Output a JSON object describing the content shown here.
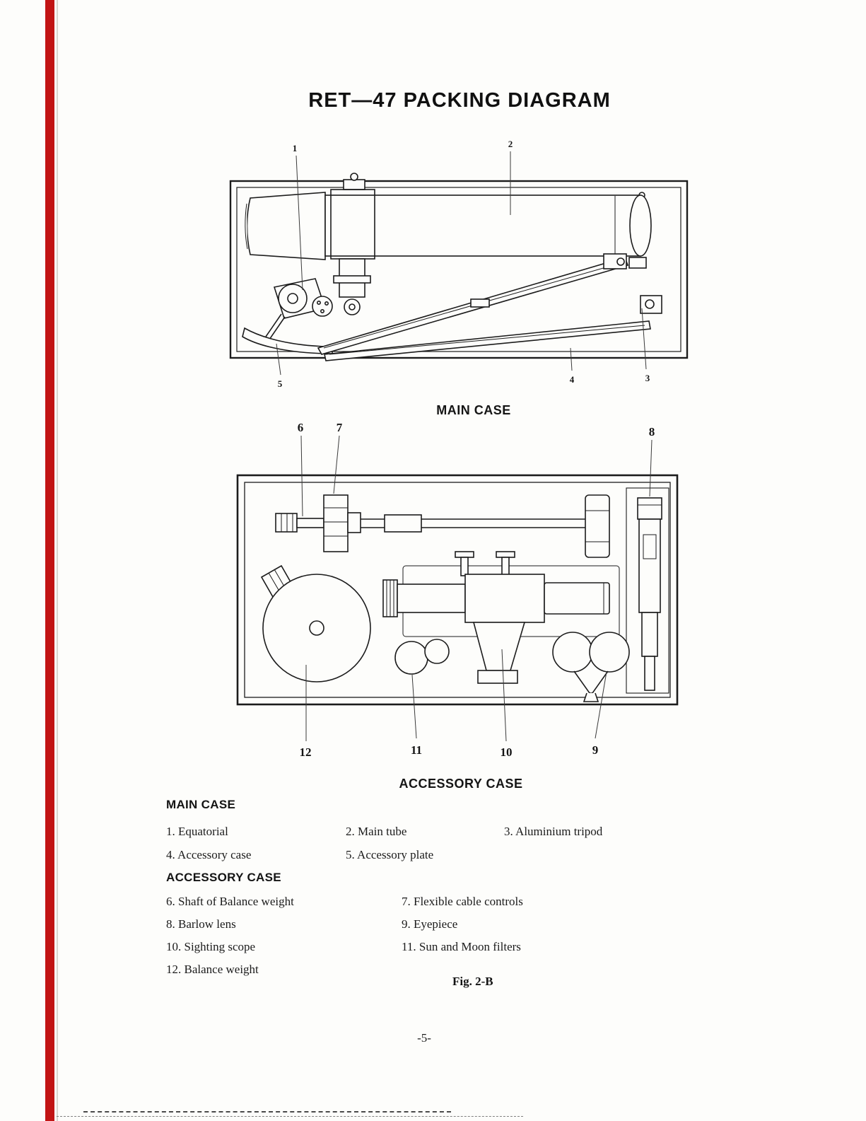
{
  "page": {
    "title": "RET—47 PACKING DIAGRAM",
    "fig_label": "Fig. 2-B",
    "page_number": "-5-"
  },
  "figures": {
    "main_case": {
      "caption": "MAIN CASE",
      "callouts": [
        "1",
        "2",
        "3",
        "4",
        "5"
      ]
    },
    "accessory_case": {
      "caption": "ACCESSORY CASE",
      "callouts": [
        "6",
        "7",
        "8",
        "9",
        "10",
        "11",
        "12"
      ]
    }
  },
  "parts_list": {
    "main_case": {
      "heading": "MAIN CASE",
      "items": [
        "1. Equatorial",
        "2. Main tube",
        "3. Aluminium tripod",
        "4. Accessory case",
        "5. Accessory plate"
      ]
    },
    "accessory_case": {
      "heading": "ACCESSORY CASE",
      "items": [
        "6. Shaft of Balance weight",
        "7. Flexible cable controls",
        "8. Barlow lens",
        "9. Eyepiece",
        "10. Sighting scope",
        "11. Sun and Moon filters",
        "12. Balance weight"
      ]
    }
  }
}
